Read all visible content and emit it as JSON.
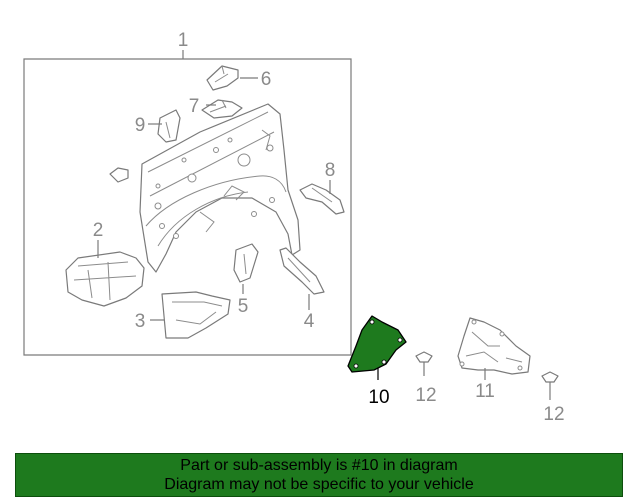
{
  "colors": {
    "highlight_fill": "#1e7a1e",
    "banner_fill": "#1e7a1e",
    "line_gray": "#7a7a7a",
    "label_gray": "#8a8a8a"
  },
  "callouts": {
    "c1": "1",
    "c2": "2",
    "c3": "3",
    "c4": "4",
    "c5": "5",
    "c6": "6",
    "c7": "7",
    "c8": "8",
    "c9": "9",
    "c10": "10",
    "c11": "11",
    "c12a": "12",
    "c12b": "12"
  },
  "highlighted_part": "10",
  "banner": {
    "line1": "Part or sub-assembly is #10 in diagram",
    "line2": "Diagram may not be specific to your vehicle"
  }
}
